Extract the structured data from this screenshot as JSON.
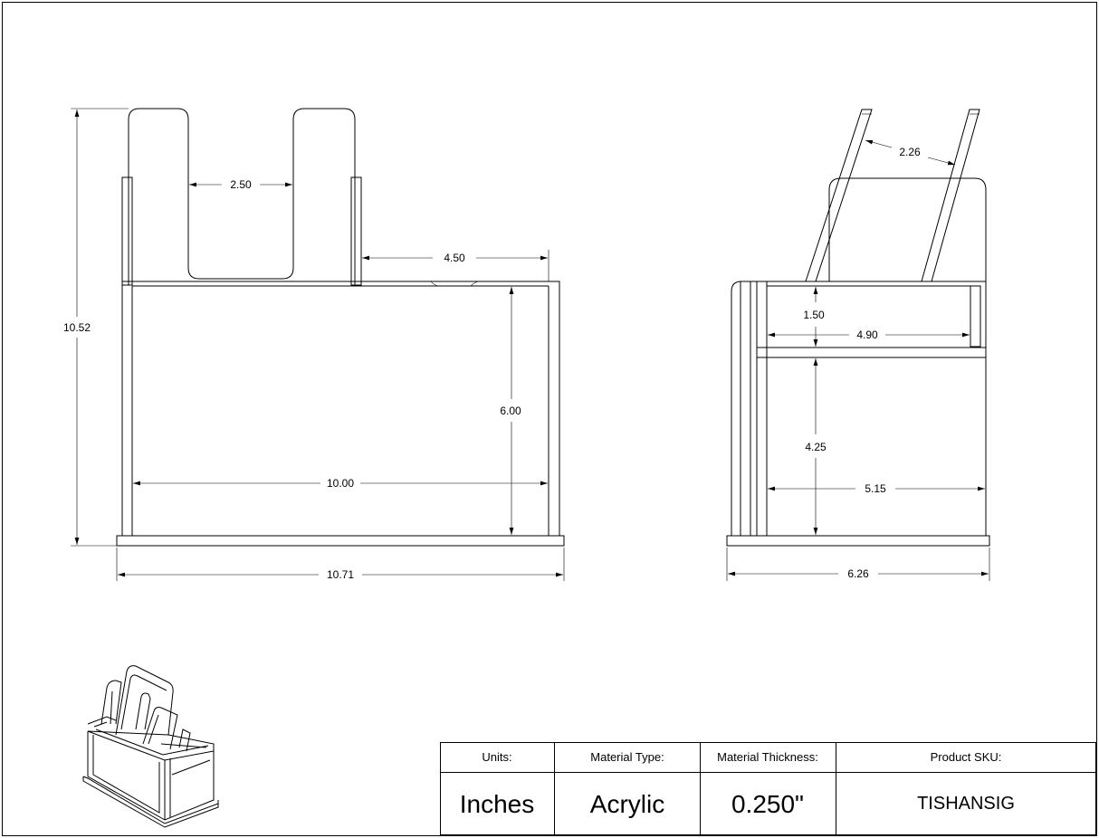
{
  "dimensions": {
    "front": {
      "overall_height": "10.52",
      "slot_width": "2.50",
      "rear_offset": "4.50",
      "box_height": "6.00",
      "inner_width": "10.00",
      "overall_width": "10.71"
    },
    "side": {
      "divider_spacing": "2.26",
      "upper_height": "1.50",
      "shelf_depth": "4.90",
      "lower_height": "4.25",
      "inner_depth": "5.15",
      "overall_depth": "6.26"
    }
  },
  "title_block": {
    "units_label": "Units:",
    "units_value": "Inches",
    "material_label": "Material Type:",
    "material_value": "Acrylic",
    "thickness_label": "Material Thickness:",
    "thickness_value": "0.250\"",
    "sku_label": "Product SKU:",
    "sku_value": "TISHANSIG"
  }
}
